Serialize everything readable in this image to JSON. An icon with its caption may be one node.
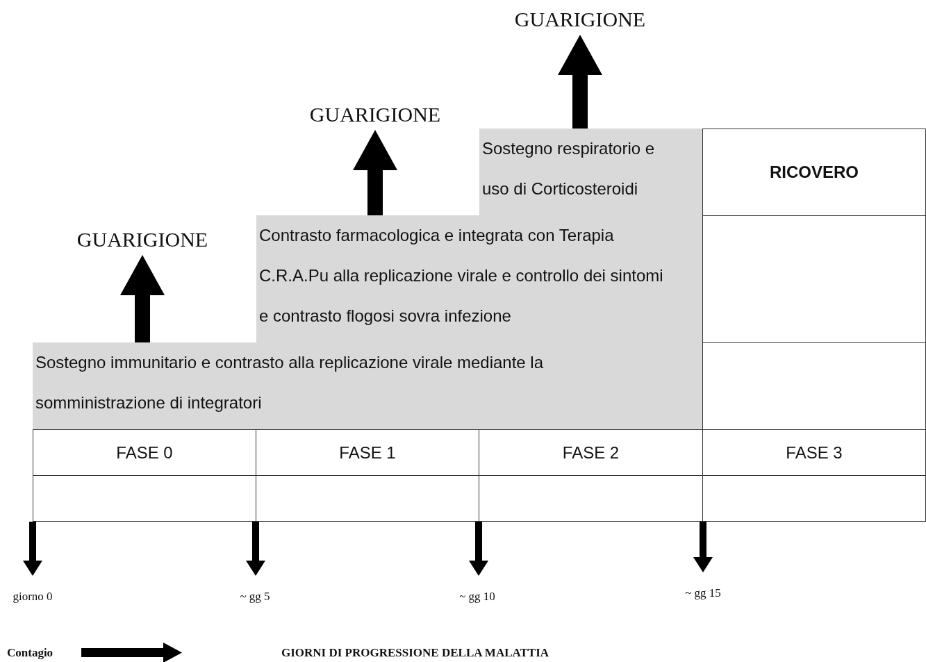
{
  "diagram": {
    "nodes": [
      {
        "text": [
          "GUARIGIONE"
        ]
      },
      {
        "text": [
          "GUARIGIONE"
        ]
      },
      {
        "text": [
          "GUARIGIONE"
        ]
      },
      {
        "text": [
          "Sostegno respiratorio e uso di Corticosteroidi"
        ]
      },
      {
        "text": [
          "Contrasto farmacologica e integrata con Terapia C.R.A.Pu alla replicazione virale e controllo dei sintomi e contrasto flogosi sovra infezione"
        ]
      },
      {
        "text": [
          "Sostegno immunitario e contrasto alla replicazione virale mediante la somministrazione di integratori"
        ]
      },
      {
        "text": [
          "RICOVERO"
        ]
      },
      {
        "text": [],
        "shape": "box"
      },
      {
        "text": [],
        "shape": "box"
      },
      {
        "text": [
          "FASE 0"
        ]
      },
      {
        "text": [
          "FASE 1"
        ]
      },
      {
        "text": [
          "FASE 2"
        ]
      },
      {
        "text": [
          "FASE 3"
        ]
      },
      {
        "text": [],
        "shape": "box"
      },
      {
        "text": [],
        "shape": "box"
      },
      {
        "text": [],
        "shape": "box"
      },
      {
        "text": [],
        "shape": "box"
      },
      {
        "text": [
          "giorno 0"
        ]
      },
      {
        "text": [
          "~ gg 5"
        ]
      },
      {
        "text": [
          "~ gg 10"
        ]
      },
      {
        "text": [
          "~ gg 15"
        ]
      }
    ],
    "edges": [
      {
        "from": 5,
        "to": 2,
        "arrow": "to",
        "style": "thick"
      },
      {
        "from": 4,
        "to": 1,
        "arrow": "to",
        "style": "thick"
      },
      {
        "from": 3,
        "to": 0,
        "arrow": "to",
        "style": "thick"
      },
      {
        "from": 13,
        "to": 17,
        "arrow": "to"
      },
      {
        "from": 14,
        "to": 18,
        "arrow": "to"
      },
      {
        "from": 15,
        "to": 19,
        "arrow": "to"
      },
      {
        "from": 16,
        "to": 20,
        "arrow": "to"
      }
    ],
    "labels": [
      "Contagio",
      "GIORNI DI PROGRESSIONE DELLA MALATTIA"
    ]
  }
}
